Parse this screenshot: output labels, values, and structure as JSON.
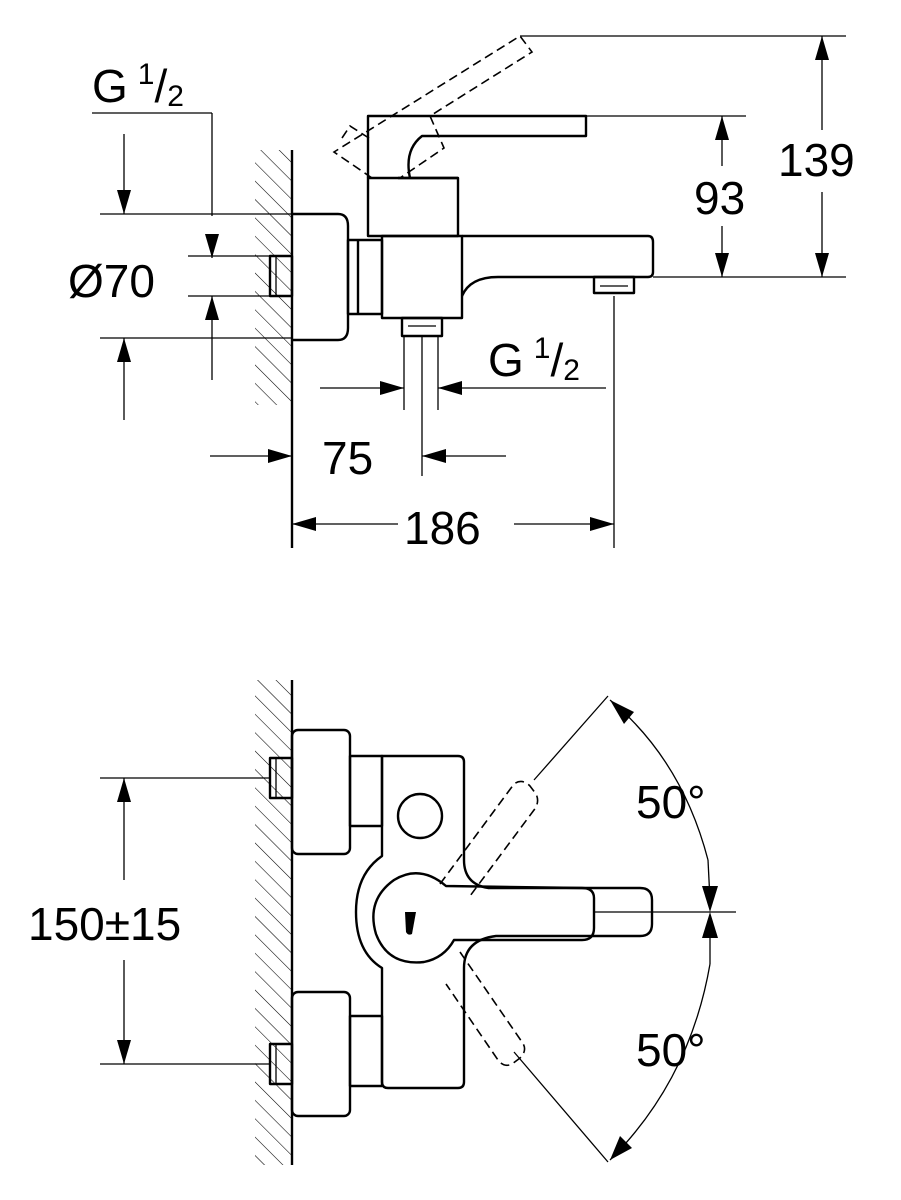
{
  "side_view": {
    "thread_top_left": {
      "base": "G",
      "num": "1",
      "den": "2"
    },
    "diameter": "Ø70",
    "thread_bottom": {
      "base": "G",
      "num": "1",
      "den": "2"
    },
    "dim_75": "75",
    "dim_186": "186",
    "dim_93": "93",
    "dim_139": "139"
  },
  "top_view": {
    "dim_spacing": "150±15",
    "angle_upper": "50°",
    "angle_lower": "50°"
  }
}
